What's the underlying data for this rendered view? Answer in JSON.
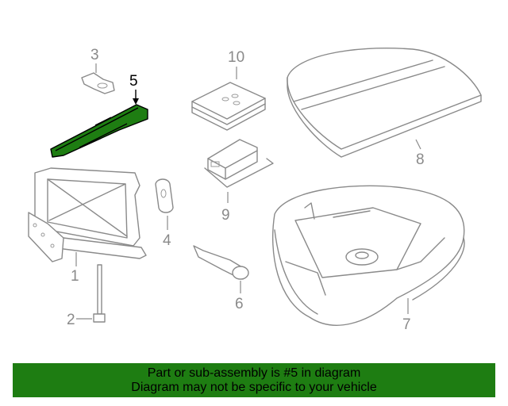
{
  "callouts": {
    "c1": "1",
    "c2": "2",
    "c3": "3",
    "c4": "4",
    "c5": "5",
    "c6": "6",
    "c7": "7",
    "c8": "8",
    "c9": "9",
    "c10": "10"
  },
  "highlight": {
    "part_number": "5",
    "color": "#1e7d12"
  },
  "banner": {
    "line1": "Part or sub-assembly is #5 in diagram",
    "line2": "Diagram may not be specific to your vehicle"
  }
}
